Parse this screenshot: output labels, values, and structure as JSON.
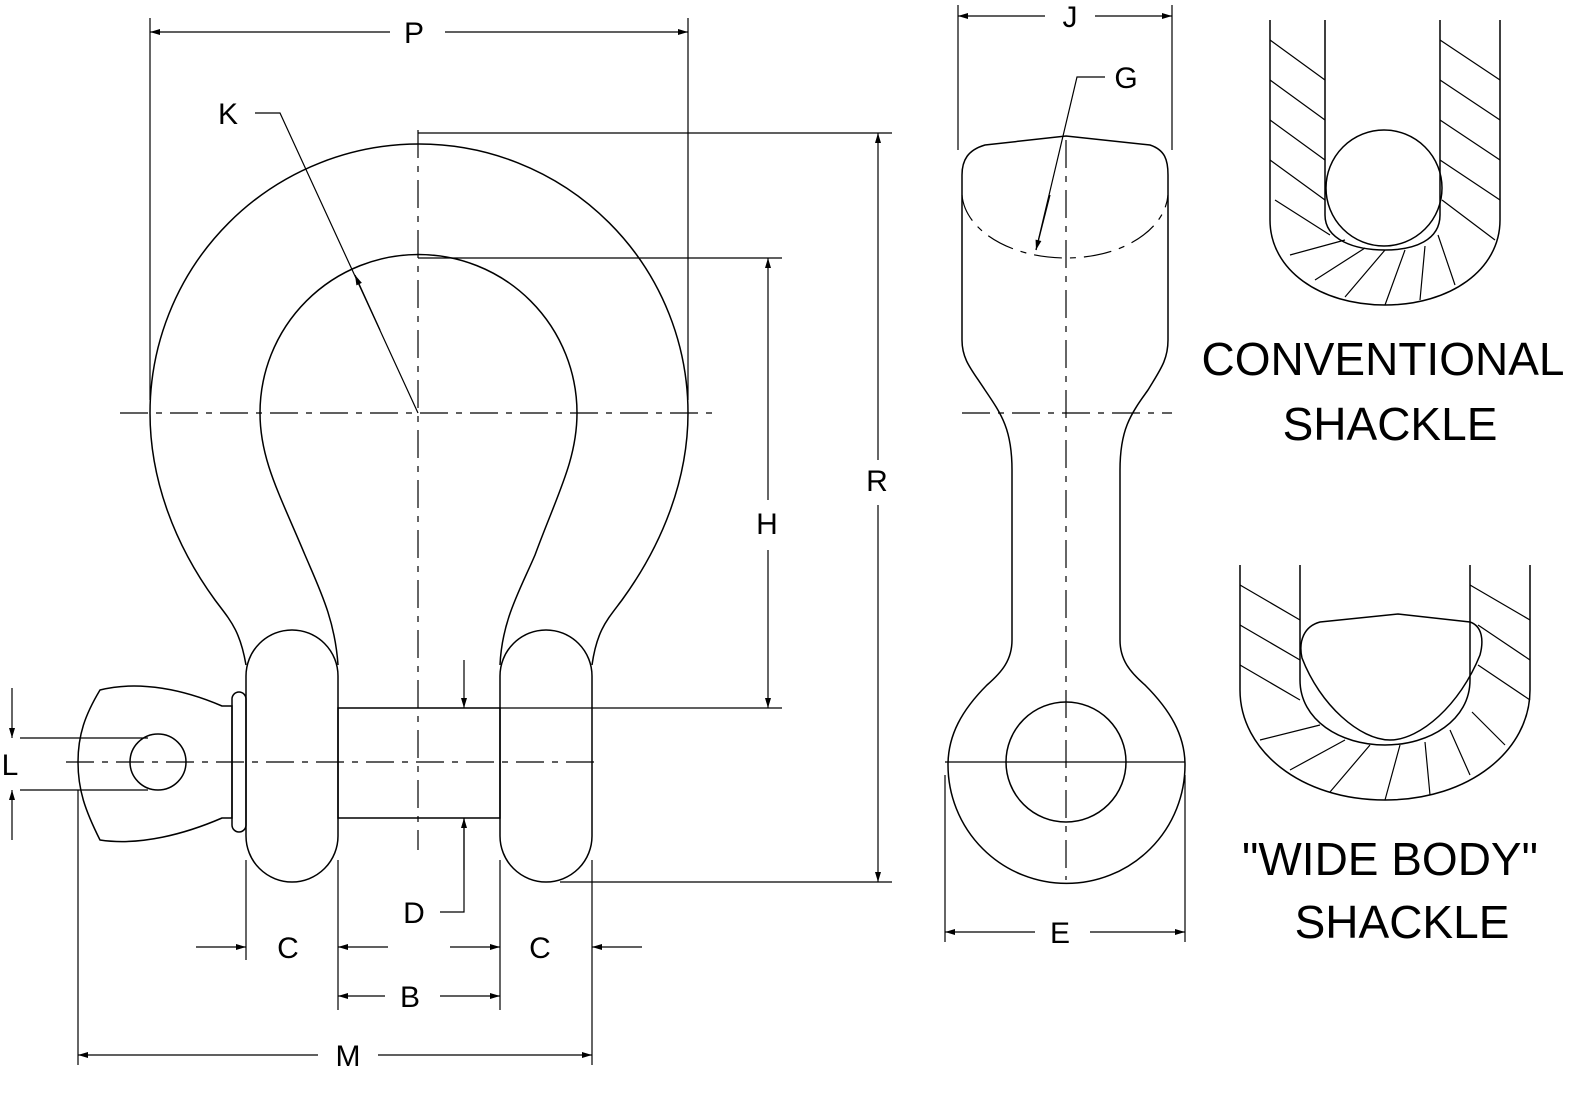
{
  "dimension_labels": {
    "P": "P",
    "K": "K",
    "J": "J",
    "G": "G",
    "R": "R",
    "H": "H",
    "L": "L",
    "D": "D",
    "C_left": "C",
    "C_right": "C",
    "B": "B",
    "M": "M",
    "E": "E"
  },
  "captions": {
    "conventional_line1": "CONVENTIONAL",
    "conventional_line2": "SHACKLE",
    "widebody_line1": "\"WIDE BODY\"",
    "widebody_line2": "SHACKLE"
  }
}
